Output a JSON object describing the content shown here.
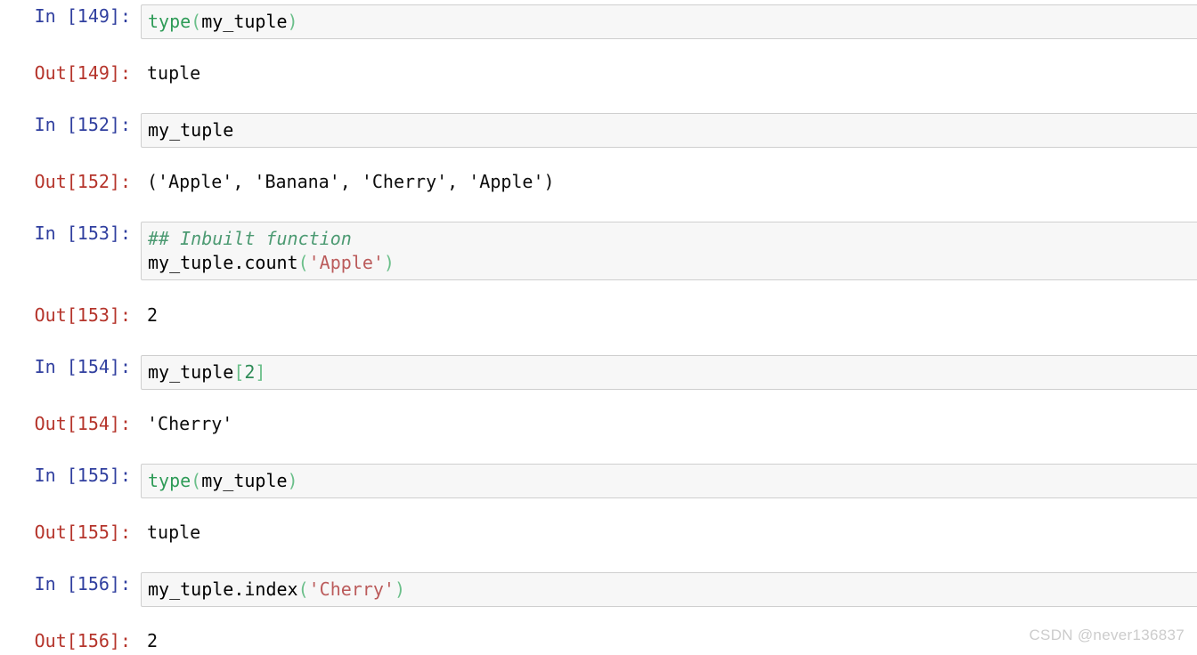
{
  "app": {
    "name": "Jupyter Notebook",
    "kernel_language": "python"
  },
  "theme": {
    "page_background": "#ffffff",
    "input_cell_background": "#f7f7f7",
    "input_cell_border": "#cfcfcf",
    "in_prompt_color": "#303F9F",
    "out_prompt_color": "#B5342B",
    "output_text_color": "#0c0c0c",
    "token_builtin_color": "#2E9B57",
    "token_string_color": "#BB5B5B",
    "token_comment_color": "#4C9A72",
    "token_punctuation_color": "#6BBF8A",
    "token_number_color": "#2E8B57"
  },
  "cells": [
    {
      "id": "cell-149",
      "in_prompt": "In [149]:",
      "out_prompt": "Out[149]:",
      "source_lines": [
        [
          {
            "t": "type",
            "c": "builtin"
          },
          {
            "t": "(",
            "c": "punct"
          },
          {
            "t": "my_tuple",
            "c": "plain"
          },
          {
            "t": ")",
            "c": "punct"
          }
        ]
      ],
      "source_text": "type(my_tuple)",
      "output_text": "tuple"
    },
    {
      "id": "cell-152",
      "in_prompt": "In [152]:",
      "out_prompt": "Out[152]:",
      "source_lines": [
        [
          {
            "t": "my_tuple",
            "c": "plain"
          }
        ]
      ],
      "source_text": "my_tuple",
      "output_text": "('Apple', 'Banana', 'Cherry', 'Apple')"
    },
    {
      "id": "cell-153",
      "in_prompt": "In [153]:",
      "out_prompt": "Out[153]:",
      "source_lines": [
        [
          {
            "t": "## Inbuilt function",
            "c": "comment"
          }
        ],
        [
          {
            "t": "my_tuple.count",
            "c": "plain"
          },
          {
            "t": "(",
            "c": "punct"
          },
          {
            "t": "'Apple'",
            "c": "string"
          },
          {
            "t": ")",
            "c": "punct"
          }
        ]
      ],
      "source_text": "## Inbuilt function\nmy_tuple.count('Apple')",
      "output_text": "2"
    },
    {
      "id": "cell-154",
      "in_prompt": "In [154]:",
      "out_prompt": "Out[154]:",
      "source_lines": [
        [
          {
            "t": "my_tuple",
            "c": "plain"
          },
          {
            "t": "[",
            "c": "bracket"
          },
          {
            "t": "2",
            "c": "number"
          },
          {
            "t": "]",
            "c": "bracket"
          }
        ]
      ],
      "source_text": "my_tuple[2]",
      "output_text": "'Cherry'"
    },
    {
      "id": "cell-155",
      "in_prompt": "In [155]:",
      "out_prompt": "Out[155]:",
      "source_lines": [
        [
          {
            "t": "type",
            "c": "builtin"
          },
          {
            "t": "(",
            "c": "punct"
          },
          {
            "t": "my_tuple",
            "c": "plain"
          },
          {
            "t": ")",
            "c": "punct"
          }
        ]
      ],
      "source_text": "type(my_tuple)",
      "output_text": "tuple"
    },
    {
      "id": "cell-156",
      "in_prompt": "In [156]:",
      "out_prompt": "Out[156]:",
      "source_lines": [
        [
          {
            "t": "my_tuple.index",
            "c": "plain"
          },
          {
            "t": "(",
            "c": "punct"
          },
          {
            "t": "'Cherry'",
            "c": "string"
          },
          {
            "t": ")",
            "c": "punct"
          }
        ]
      ],
      "source_text": "my_tuple.index('Cherry')",
      "output_text": "2"
    }
  ],
  "watermark": {
    "text": "CSDN @never136837"
  }
}
